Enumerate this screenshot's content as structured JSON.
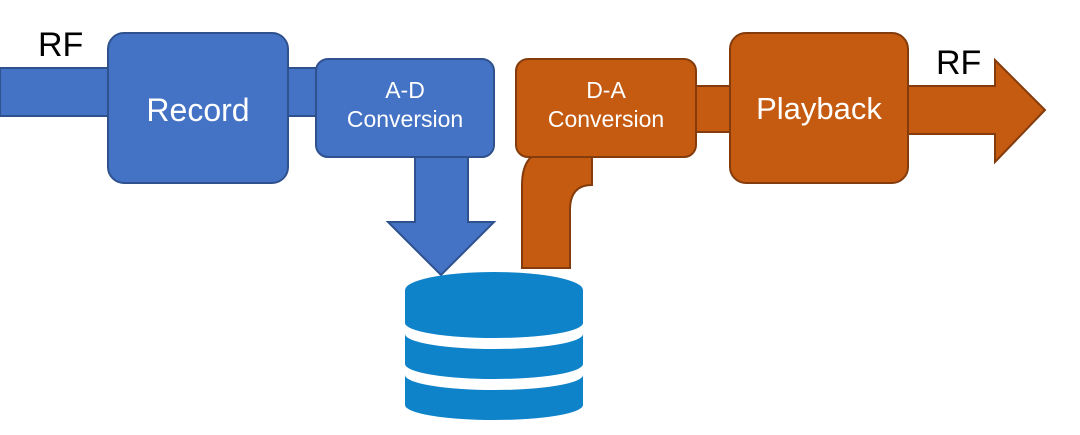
{
  "colors": {
    "record_fill": "#4472C4",
    "record_stroke": "#2F528F",
    "playback_fill": "#C55A11",
    "playback_stroke": "#843C0C",
    "storage_fill": "#0F83C9",
    "text_dark": "#000000",
    "text_light": "#FFFFFF"
  },
  "record_path": {
    "input_label": "RF",
    "record_label": "Record",
    "ad_line1": "A-D",
    "ad_line2": "Conversion"
  },
  "playback_path": {
    "da_line1": "D-A",
    "da_line2": "Conversion",
    "playback_label": "Playback",
    "output_label": "RF"
  },
  "storage": {
    "icon": "database-icon"
  }
}
